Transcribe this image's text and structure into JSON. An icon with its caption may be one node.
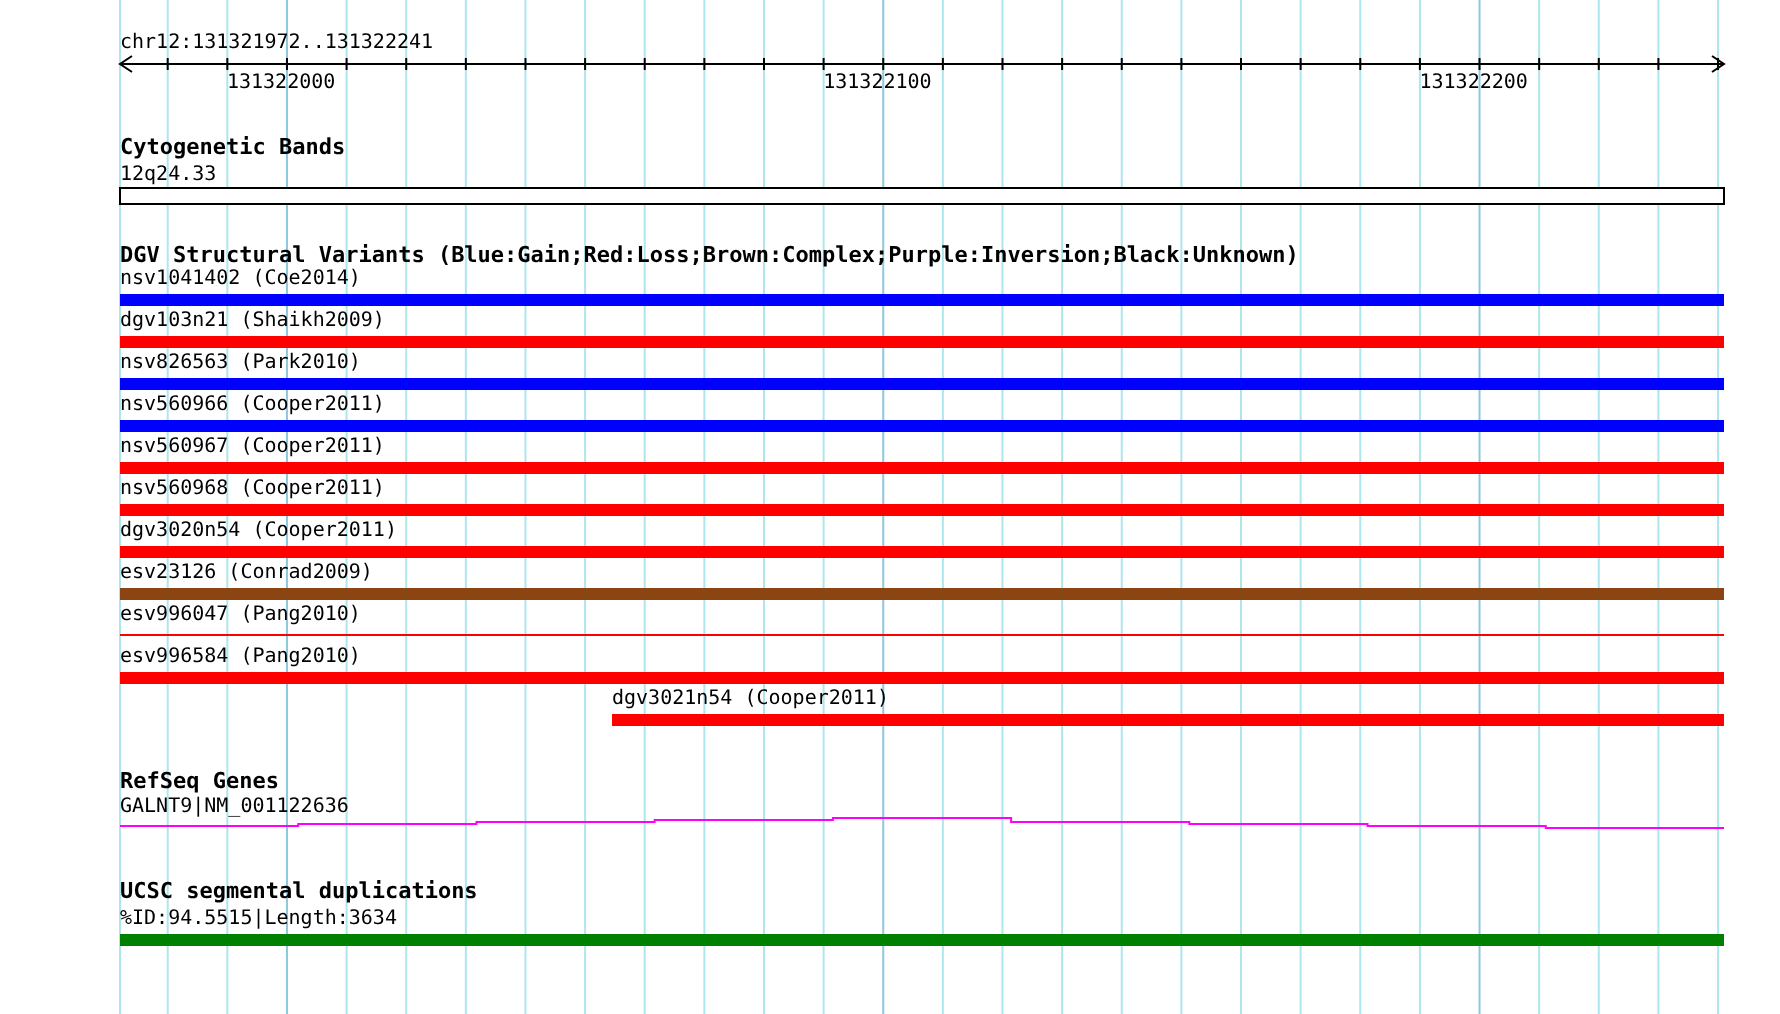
{
  "diagram": {
    "title": "chr12:131321972..131322241",
    "nodes": [
      {
        "text": [
          "12q24.33"
        ]
      },
      {
        "text": [
          "nsv1041402 (Coe2014)"
        ]
      },
      {
        "text": [
          "dgv103n21 (Shaikh2009)"
        ]
      },
      {
        "text": [
          "nsv826563 (Park2010)"
        ]
      },
      {
        "text": [
          "nsv560966 (Cooper2011)"
        ]
      },
      {
        "text": [
          "nsv560967 (Cooper2011)"
        ]
      },
      {
        "text": [
          "nsv560968 (Cooper2011)"
        ]
      },
      {
        "text": [
          "dgv3020n54 (Cooper2011)"
        ]
      },
      {
        "text": [
          "esv23126 (Conrad2009)"
        ]
      },
      {
        "text": [
          "esv996047 (Pang2010)"
        ]
      },
      {
        "text": [
          "esv996584 (Pang2010)"
        ]
      },
      {
        "text": [
          "dgv3021n54 (Cooper2011)"
        ]
      },
      {
        "text": [
          "GALNT9|NM_001122636"
        ]
      },
      {
        "text": [
          "%ID:94.5515|Length:3634"
        ]
      }
    ],
    "edges": [],
    "labels": [
      "131322000",
      "131322100",
      "131322200",
      "Cytogenetic Bands",
      "DGV Structural Variants (Blue:Gain;Red:Loss;Brown:Complex;Purple:Inversion;Black:Unknown)",
      "RefSeq Genes",
      "UCSC segmental duplications"
    ]
  }
}
